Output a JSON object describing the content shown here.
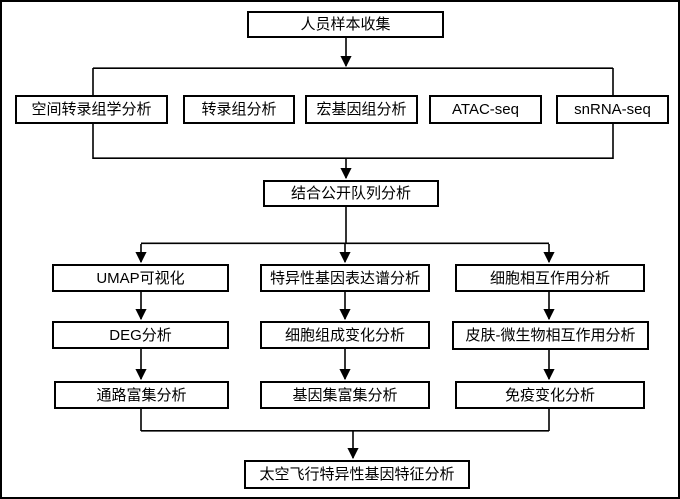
{
  "diagram": {
    "type": "flowchart",
    "colors": {
      "background": "#ffffff",
      "line": "#000000",
      "box_border": "#000000",
      "box_fill": "#ffffff",
      "text": "#000000"
    },
    "nodes": [
      {
        "id": "sample-collection",
        "label": "人员样本收集"
      },
      {
        "id": "spatial-transcriptomics",
        "label": "空间转录组学分析"
      },
      {
        "id": "transcriptome-analysis",
        "label": "转录组分析"
      },
      {
        "id": "metagenome-analysis",
        "label": "宏基因组分析"
      },
      {
        "id": "atac-seq",
        "label": "ATAC-seq"
      },
      {
        "id": "snrna-seq",
        "label": "snRNA-seq"
      },
      {
        "id": "public-cohort-analysis",
        "label": "结合公开队列分析"
      },
      {
        "id": "umap-visualization",
        "label": "UMAP可视化"
      },
      {
        "id": "specific-gene-expression",
        "label": "特异性基因表达谱分析"
      },
      {
        "id": "cell-interaction",
        "label": "细胞相互作用分析"
      },
      {
        "id": "deg-analysis",
        "label": "DEG分析"
      },
      {
        "id": "cell-composition-change",
        "label": "细胞组成变化分析"
      },
      {
        "id": "skin-microbe-interaction",
        "label": "皮肤-微生物相互作用分析"
      },
      {
        "id": "pathway-enrichment",
        "label": "通路富集分析"
      },
      {
        "id": "gene-set-enrichment",
        "label": "基因集富集分析"
      },
      {
        "id": "immune-change",
        "label": "免疫变化分析"
      },
      {
        "id": "spaceflight-signature",
        "label": "太空飞行特异性基因特征分析"
      }
    ],
    "edges": [
      {
        "from": "sample-collection",
        "to": "assay-branch"
      },
      {
        "from": "assay-branch",
        "to": "public-cohort-analysis"
      },
      {
        "from": "public-cohort-analysis",
        "to": "umap-visualization"
      },
      {
        "from": "public-cohort-analysis",
        "to": "specific-gene-expression"
      },
      {
        "from": "public-cohort-analysis",
        "to": "cell-interaction"
      },
      {
        "from": "umap-visualization",
        "to": "deg-analysis"
      },
      {
        "from": "deg-analysis",
        "to": "pathway-enrichment"
      },
      {
        "from": "specific-gene-expression",
        "to": "cell-composition-change"
      },
      {
        "from": "cell-composition-change",
        "to": "gene-set-enrichment"
      },
      {
        "from": "cell-interaction",
        "to": "skin-microbe-interaction"
      },
      {
        "from": "skin-microbe-interaction",
        "to": "immune-change"
      },
      {
        "from": "pathway-enrichment",
        "to": "spaceflight-signature"
      },
      {
        "from": "immune-change",
        "to": "spaceflight-signature"
      }
    ]
  }
}
